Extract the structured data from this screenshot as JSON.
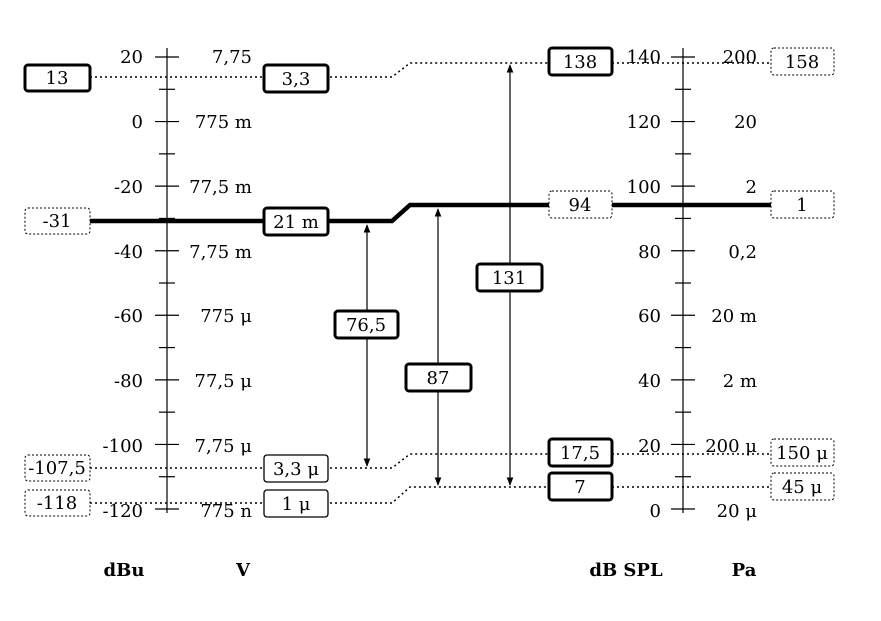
{
  "left_scales": {
    "dbu_ticks": [
      "20",
      "0",
      "-20",
      "-40",
      "-60",
      "-80",
      "-100",
      "-120"
    ],
    "v_ticks": [
      "7,75",
      "775 m",
      "77,5 m",
      "7,75 m",
      "775 μ",
      "77,5 μ",
      "7,75 μ",
      "775 n"
    ],
    "dbu_unit": "dBu",
    "v_unit": "V"
  },
  "right_scales": {
    "spl_ticks": [
      "140",
      "120",
      "100",
      "80",
      "60",
      "40",
      "20",
      "0"
    ],
    "pa_ticks": [
      "200",
      "20",
      "2",
      "0,2",
      "20 m",
      "2 m",
      "200 μ",
      "20 μ"
    ],
    "spl_unit": "dB SPL",
    "pa_unit": "Pa"
  },
  "left_boxes": {
    "dbu_13": "13",
    "dbu_m31": "-31",
    "dbu_m107_5": "-107,5",
    "dbu_m118": "-118",
    "v_3_3": "3,3",
    "v_21m": "21 m",
    "v_3_3u": "3,3 μ",
    "v_1u": "1 μ"
  },
  "right_boxes": {
    "spl_138": "138",
    "spl_94": "94",
    "spl_17_5": "17,5",
    "spl_7": "7",
    "pa_158": "158",
    "pa_1": "1",
    "pa_150u": "150 μ",
    "pa_45u": "45 μ"
  },
  "ranges": {
    "r76_5": "76,5",
    "r87": "87",
    "r131": "131"
  }
}
